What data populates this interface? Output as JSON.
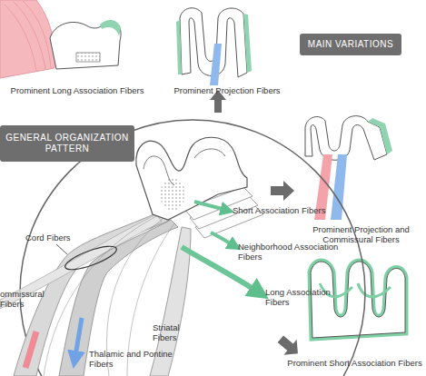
{
  "diagram": {
    "nodes": [
      {
        "text": [
          "GENERAL ORGANIZATION PATTERN"
        ]
      },
      {
        "text": [
          "MAIN VARIATIONS"
        ]
      }
    ],
    "labels": [
      "Prominent Long Association Fibers",
      "Prominent Projection Fibers",
      "Short Association Fibers",
      "Cord Fibers",
      "Prominent Projection and Commissural Fibers",
      "Neighborhood Association Fibers",
      "ommissural Fibers",
      "Long Association Fibers",
      "Striatal Fibers",
      "Thalamic and Pontine Fibers",
      "Prominent Short Association Fibers"
    ]
  }
}
